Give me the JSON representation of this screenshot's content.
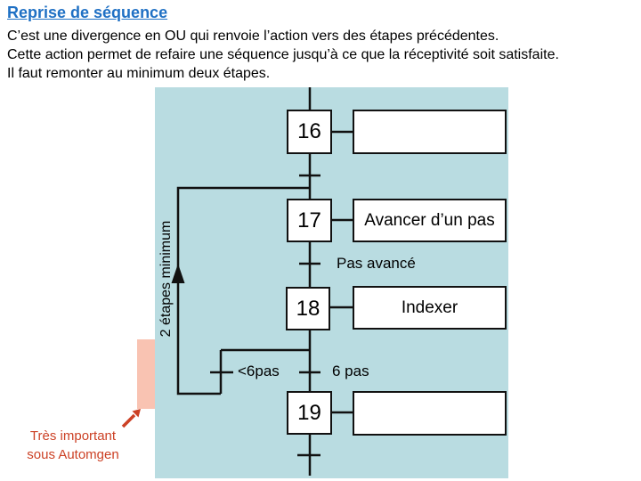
{
  "title": "Reprise de séquence",
  "description": {
    "line1": "C’est une divergence en OU qui renvoie l’action vers des étapes précédentes.",
    "line2": "Cette action permet de refaire une séquence jusqu’à ce que la réceptivité soit satisfaite.",
    "line3": "Il faut remonter au minimum deux étapes."
  },
  "diagram": {
    "steps": [
      {
        "id": "16",
        "action": ""
      },
      {
        "id": "17",
        "action": "Avancer d’un pas"
      },
      {
        "id": "18",
        "action": "Indexer"
      },
      {
        "id": "19",
        "action": ""
      }
    ],
    "transitions": {
      "after_17": "Pas avancé",
      "loop_branch": "<6pas",
      "after_18": "6 pas"
    },
    "loop_label": "2 étapes minimum"
  },
  "annotation": {
    "line1": "Très important",
    "line2": "sous Automgen"
  },
  "colors": {
    "diagram_bg": "#b9dce1",
    "highlight": "#f9c3b2",
    "title": "#1f70c4",
    "annotation": "#cc4125",
    "line": "#111111"
  }
}
